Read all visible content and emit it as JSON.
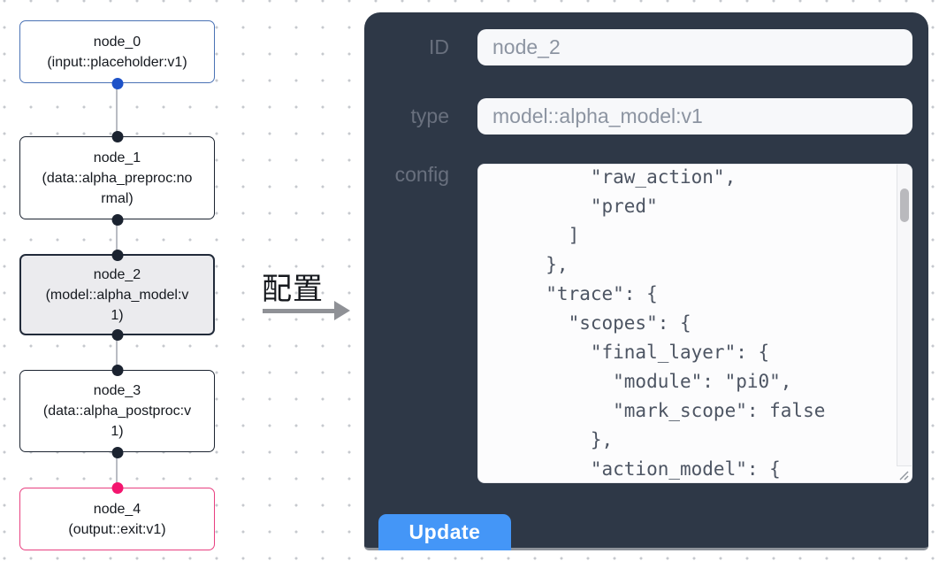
{
  "canvas": {
    "nodes": [
      {
        "title": "node_0",
        "subtitle": "(input::placeholder:v1)"
      },
      {
        "title": "node_1",
        "subtitle": "(data::alpha_preproc:normal)"
      },
      {
        "title": "node_2",
        "subtitle": "(model::alpha_model:v1)"
      },
      {
        "title": "node_3",
        "subtitle": "(data::alpha_postproc:v1)"
      },
      {
        "title": "node_4",
        "subtitle": "(output::exit:v1)"
      }
    ]
  },
  "transition": {
    "label": "配置"
  },
  "panel": {
    "id_label": "ID",
    "id_value": "node_2",
    "type_label": "type",
    "type_value": "model::alpha_model:v1",
    "config_label": "config",
    "config_text": "      \"raw_action\",\n      \"pred\"\n    ]\n  },\n  \"trace\": {\n    \"scopes\": {\n      \"final_layer\": {\n        \"module\": \"pi0\",\n        \"mark_scope\": false\n      },\n      \"action_model\": {",
    "update_label": "Update"
  },
  "colors": {
    "panel_bg": "#2e3847",
    "button_blue": "#4496f7",
    "input_node_border_blue": "#4a72b5",
    "output_node_border_pink": "#e83f80",
    "handle_blue": "#1e52c8",
    "handle_dark": "#1b2330",
    "handle_pink": "#f3156e",
    "selected_node_bg": "#ebebee",
    "edge_gray": "#b9bcc3"
  }
}
